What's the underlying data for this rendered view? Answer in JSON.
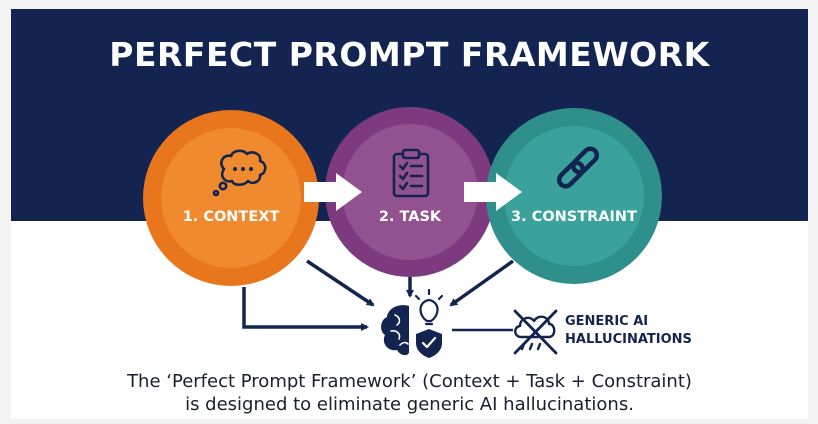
{
  "title": "PERFECT PROMPT FRAMEWORK",
  "steps": [
    {
      "label": "1. CONTEXT",
      "icon": "thought-bubble-icon",
      "color": "#e8761c",
      "inner_color": "#ef8a2e"
    },
    {
      "label": "2. TASK",
      "icon": "clipboard-checklist-icon",
      "color": "#7d3a7e",
      "inner_color": "#92518f"
    },
    {
      "label": "3. CONSTRAINT",
      "icon": "chain-link-icon",
      "color": "#2f8f8a",
      "inner_color": "#3aa19c"
    }
  ],
  "center": {
    "icons": [
      "brain-icon",
      "lightbulb-icon",
      "shield-check-icon"
    ]
  },
  "outcome": {
    "label_line1": "GENERIC AI",
    "label_line2": "HALLUCINATIONS",
    "icon": "crossed-out-cloud-icon"
  },
  "caption": {
    "line1": "The ‘Perfect Prompt Framework’ (Context + Task + Constraint)",
    "line2": "is designed to eliminate generic AI hallucinations."
  },
  "colors": {
    "navy": "#142451",
    "orange": "#e8761c",
    "purple": "#7d3a7e",
    "teal": "#2f8f8a",
    "white": "#ffffff"
  }
}
